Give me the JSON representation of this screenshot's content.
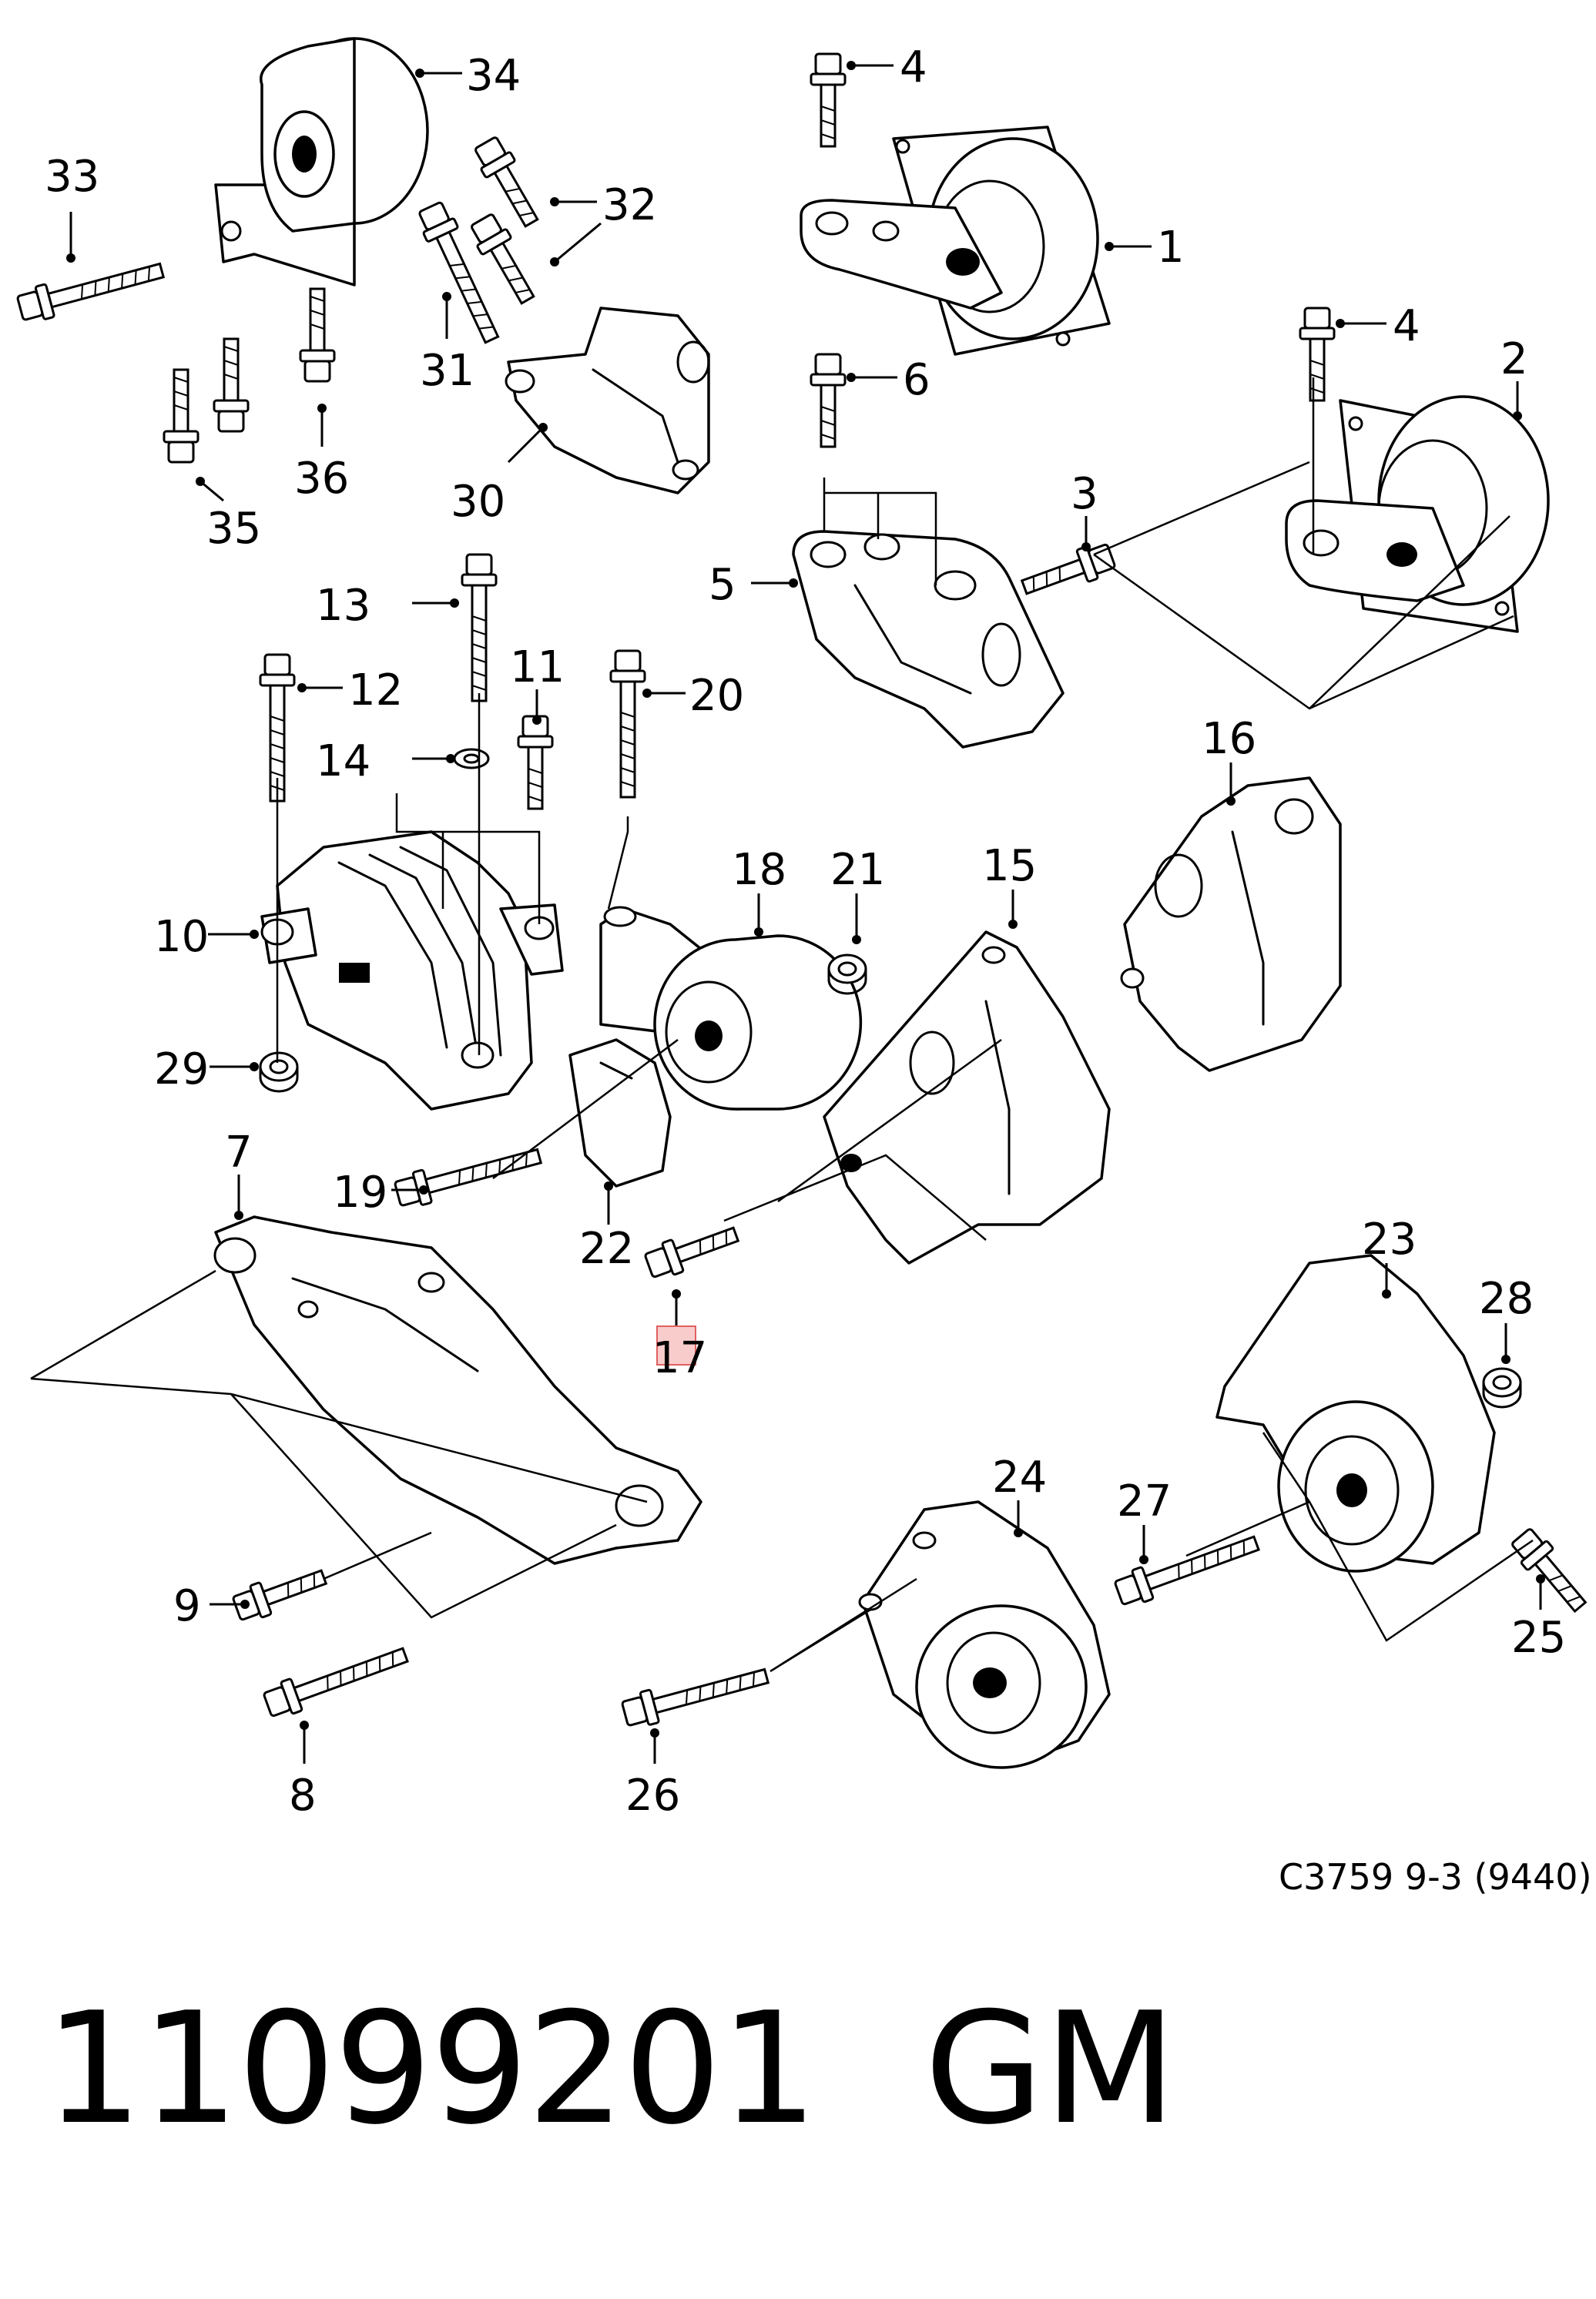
{
  "diagram": {
    "reference": "C3759 9-3 (9440)",
    "part_number": "11099201",
    "brand": "GM",
    "highlighted_callout": "17",
    "highlight_color": "#f7b6b6",
    "callouts": [
      {
        "id": "c1",
        "label": "1"
      },
      {
        "id": "c2",
        "label": "2"
      },
      {
        "id": "c3",
        "label": "3"
      },
      {
        "id": "c4a",
        "label": "4"
      },
      {
        "id": "c4b",
        "label": "4"
      },
      {
        "id": "c5",
        "label": "5"
      },
      {
        "id": "c6",
        "label": "6"
      },
      {
        "id": "c7",
        "label": "7"
      },
      {
        "id": "c8",
        "label": "8"
      },
      {
        "id": "c9",
        "label": "9"
      },
      {
        "id": "c10",
        "label": "10"
      },
      {
        "id": "c11",
        "label": "11"
      },
      {
        "id": "c12",
        "label": "12"
      },
      {
        "id": "c13",
        "label": "13"
      },
      {
        "id": "c14",
        "label": "14"
      },
      {
        "id": "c15",
        "label": "15"
      },
      {
        "id": "c16",
        "label": "16"
      },
      {
        "id": "c17",
        "label": "17"
      },
      {
        "id": "c18",
        "label": "18"
      },
      {
        "id": "c19",
        "label": "19"
      },
      {
        "id": "c20",
        "label": "20"
      },
      {
        "id": "c21",
        "label": "21"
      },
      {
        "id": "c22",
        "label": "22"
      },
      {
        "id": "c23",
        "label": "23"
      },
      {
        "id": "c24",
        "label": "24"
      },
      {
        "id": "c25",
        "label": "25"
      },
      {
        "id": "c26",
        "label": "26"
      },
      {
        "id": "c27",
        "label": "27"
      },
      {
        "id": "c28",
        "label": "28"
      },
      {
        "id": "c29",
        "label": "29"
      },
      {
        "id": "c30",
        "label": "30"
      },
      {
        "id": "c31",
        "label": "31"
      },
      {
        "id": "c32",
        "label": "32"
      },
      {
        "id": "c33",
        "label": "33"
      },
      {
        "id": "c34",
        "label": "34"
      },
      {
        "id": "c35",
        "label": "35"
      },
      {
        "id": "c36",
        "label": "36"
      }
    ]
  }
}
